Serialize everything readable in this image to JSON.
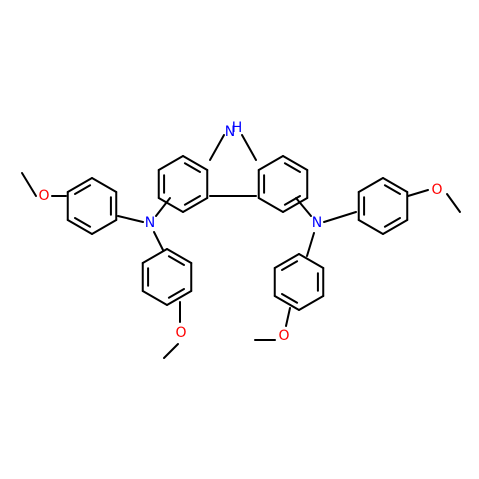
{
  "molecule": {
    "atoms": {
      "nh": {
        "symbol": "H",
        "color": "#0000ff"
      },
      "n_center": {
        "symbol": "N",
        "color": "#0000ff"
      },
      "n_left": {
        "symbol": "N",
        "color": "#0000ff"
      },
      "n_right": {
        "symbol": "N",
        "color": "#0000ff"
      },
      "o_left_upper": {
        "symbol": "O",
        "color": "#ff0000"
      },
      "o_left_lower": {
        "symbol": "O",
        "color": "#ff0000"
      },
      "o_right_upper": {
        "symbol": "O",
        "color": "#ff0000"
      },
      "o_right_lower": {
        "symbol": "O",
        "color": "#ff0000"
      }
    }
  }
}
